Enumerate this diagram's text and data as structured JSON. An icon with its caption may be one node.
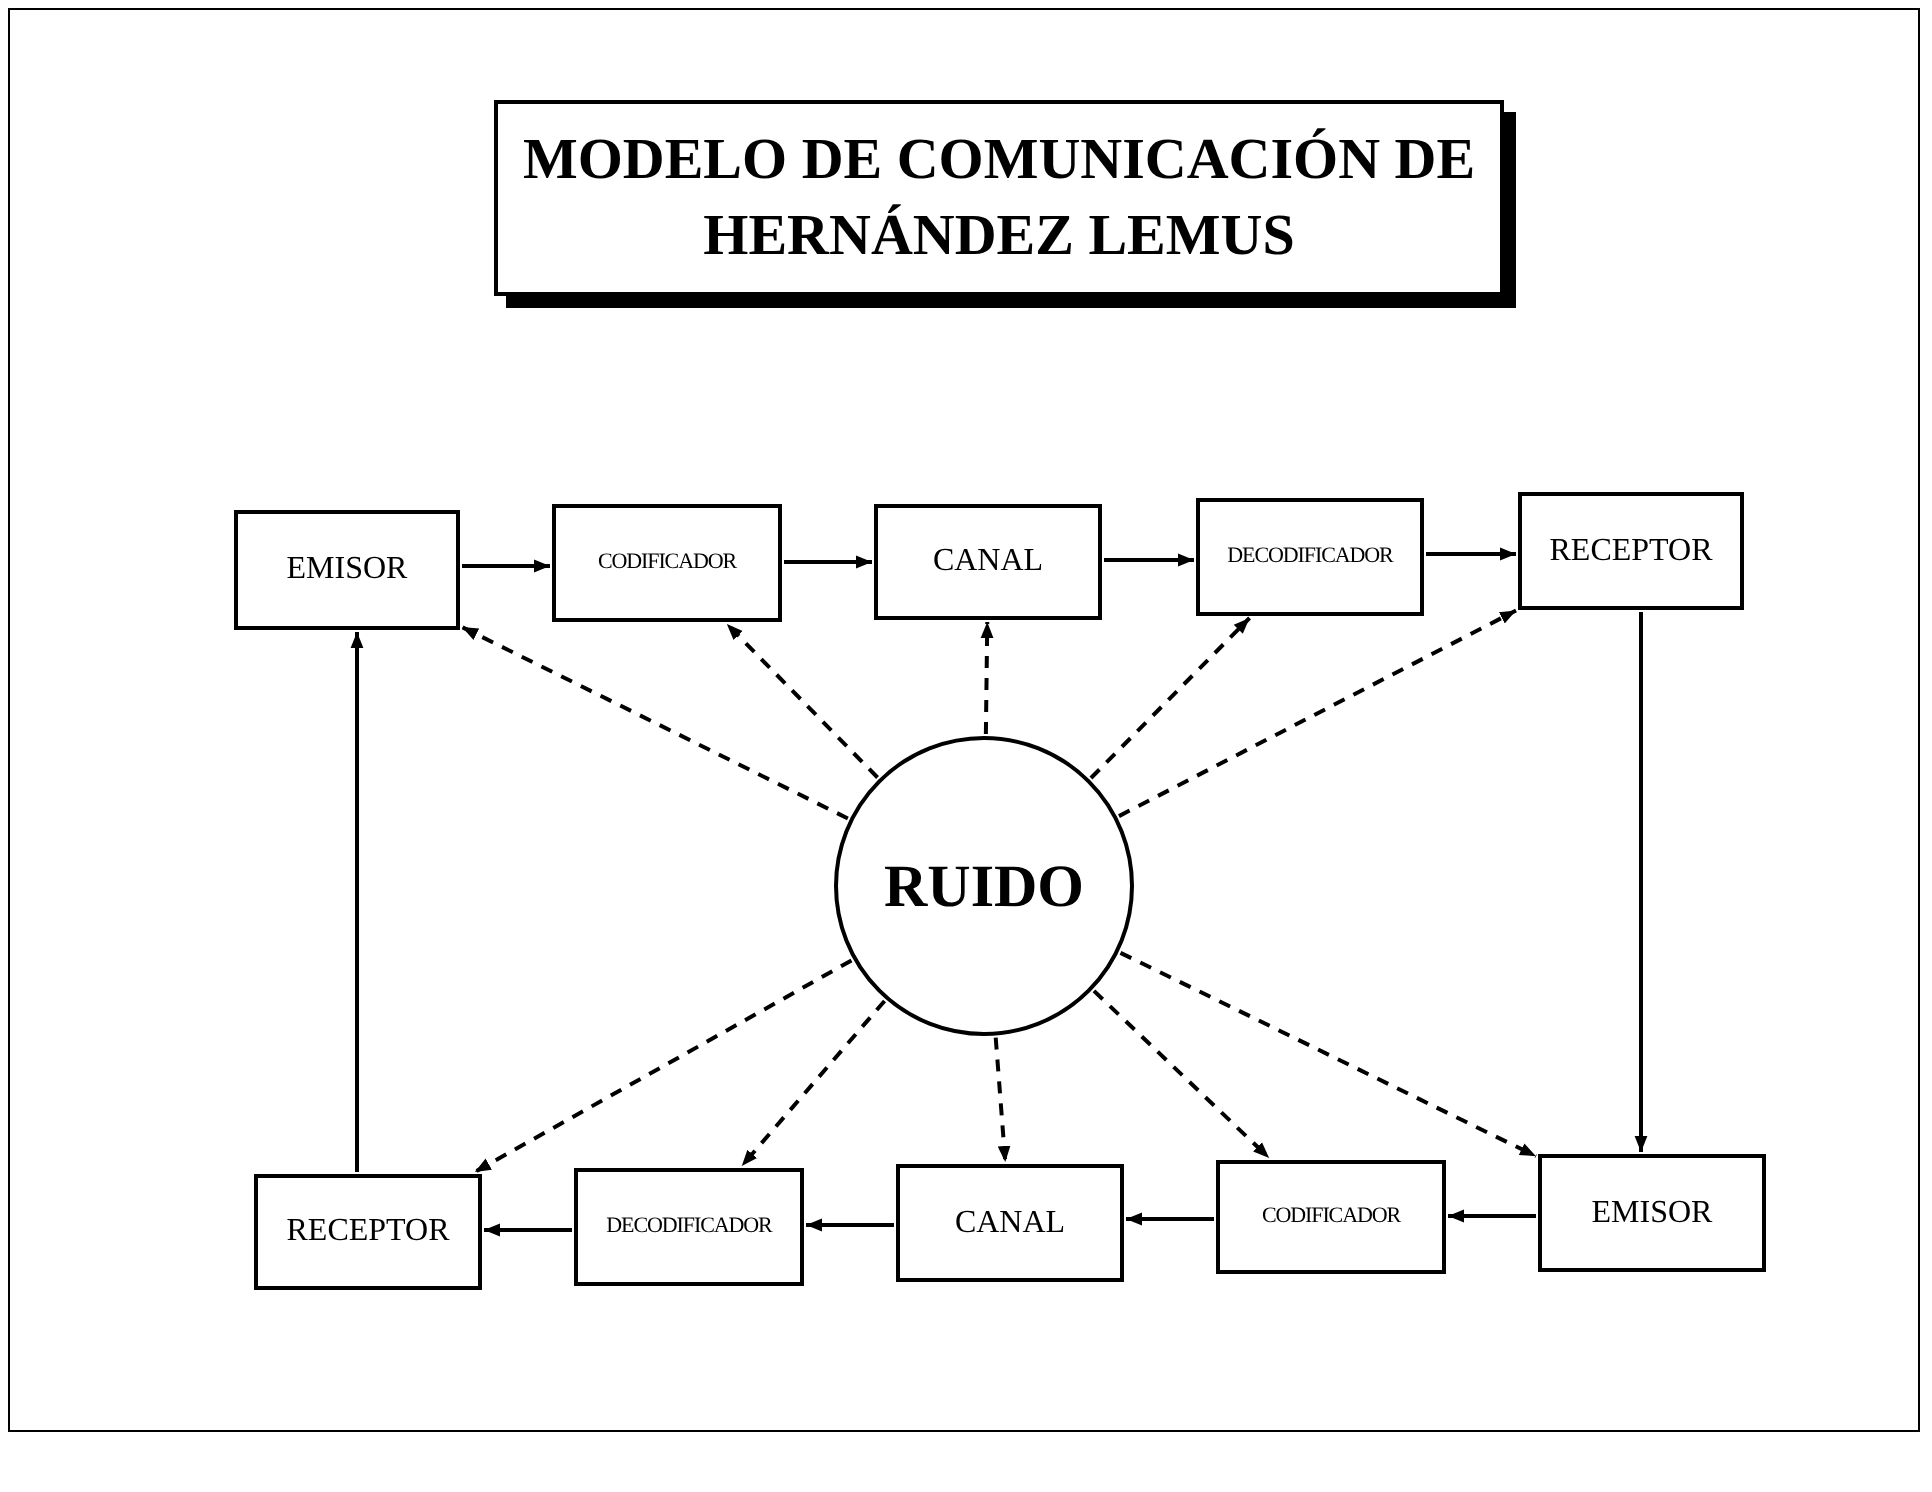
{
  "diagram": {
    "title": "MODELO DE COMUNICACIÓN DE HERNÁNDEZ LEMUS",
    "nodes": [
      {
        "text": [
          "EMISOR"
        ]
      },
      {
        "text": [
          "CODIFICADOR"
        ]
      },
      {
        "text": [
          "CANAL"
        ]
      },
      {
        "text": [
          "DECODIFICADOR"
        ]
      },
      {
        "text": [
          "RECEPTOR"
        ]
      },
      {
        "text": [
          "RUIDO"
        ]
      },
      {
        "text": [
          "RECEPTOR"
        ]
      },
      {
        "text": [
          "DECODIFICADOR"
        ]
      },
      {
        "text": [
          "CANAL"
        ]
      },
      {
        "text": [
          "CODIFICADOR"
        ]
      },
      {
        "text": [
          "EMISOR"
        ]
      }
    ],
    "edges": [
      {
        "from": 0,
        "to": 1,
        "arrow": "to"
      },
      {
        "from": 1,
        "to": 2,
        "arrow": "to"
      },
      {
        "from": 2,
        "to": 3,
        "arrow": "to"
      },
      {
        "from": 3,
        "to": 4,
        "arrow": "to"
      },
      {
        "from": 4,
        "to": 10,
        "arrow": "to"
      },
      {
        "from": 10,
        "to": 9,
        "arrow": "to"
      },
      {
        "from": 9,
        "to": 8,
        "arrow": "to"
      },
      {
        "from": 8,
        "to": 7,
        "arrow": "to"
      },
      {
        "from": 7,
        "to": 6,
        "arrow": "to"
      },
      {
        "from": 6,
        "to": 0,
        "arrow": "to"
      },
      {
        "from": 5,
        "to": 0,
        "arrow": "to",
        "style": "dashed"
      },
      {
        "from": 5,
        "to": 1,
        "arrow": "to",
        "style": "dashed"
      },
      {
        "from": 5,
        "to": 2,
        "arrow": "to",
        "style": "dashed"
      },
      {
        "from": 5,
        "to": 3,
        "arrow": "to",
        "style": "dashed"
      },
      {
        "from": 5,
        "to": 4,
        "arrow": "to",
        "style": "dashed"
      },
      {
        "from": 5,
        "to": 6,
        "arrow": "to",
        "style": "dashed"
      },
      {
        "from": 5,
        "to": 7,
        "arrow": "to",
        "style": "dashed"
      },
      {
        "from": 5,
        "to": 8,
        "arrow": "to",
        "style": "dashed"
      },
      {
        "from": 5,
        "to": 9,
        "arrow": "to",
        "style": "dashed"
      },
      {
        "from": 5,
        "to": 10,
        "arrow": "to",
        "style": "dashed"
      }
    ]
  }
}
